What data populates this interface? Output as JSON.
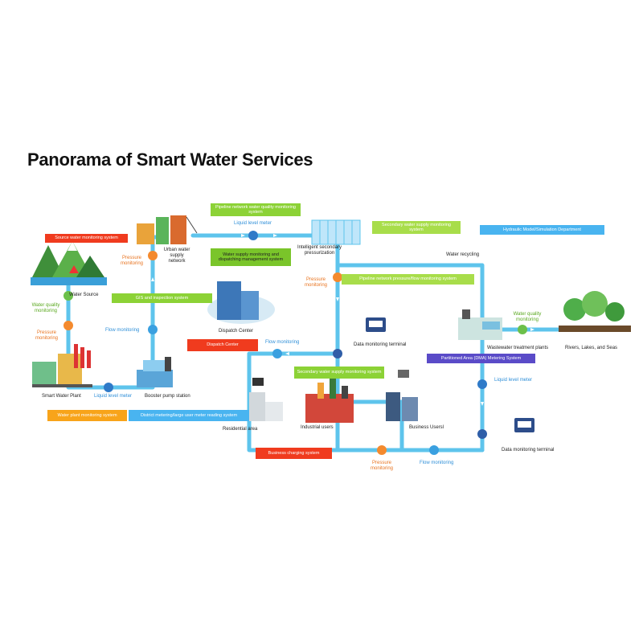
{
  "title": "Panorama of Smart Water Services",
  "colors": {
    "pipe": "#5ec4ec",
    "red_box": "#f03b1e",
    "green_box": "#8cd236",
    "blue_box": "#49b4f0",
    "orange_box": "#f8a41a",
    "purple_box": "#5a4bc8",
    "orange_text": "#e8731f",
    "blue_text": "#2f8fd8"
  },
  "boxes": {
    "source_monitoring": "Source water monitoring system",
    "pipeline_quality": "Pipeline network water quality monitoring system",
    "secondary_supply_top": "Secondary water supply monitoring system",
    "hydraulic_model": "Hydraulic Model/Simulation Department",
    "dispatching": "Water supply monitoring and dispatching management system",
    "gis": "GIS and inspection system",
    "pressure_flow": "Pipeline network pressure/flow monitoring system",
    "dispatch_center_box": "Dispatch Center",
    "secondary_supply_mid": "Secondary water supply monitoring system",
    "dma": "Partitioned Area (DMA) Metering System",
    "plant_monitoring": "Water plant monitoring system",
    "district_metering": "District metering/large user meter reading system",
    "business_charging": "Business charging system"
  },
  "labels": {
    "water_source": "Water Source",
    "water_quality_left": "Water quality monitoring",
    "pressure_left": "Pressure monitoring",
    "smart_plant": "Smart Water Plant",
    "liquid_level_left": "Liquid level meter",
    "booster": "Booster pump station",
    "flow_left": "Flow monitoring",
    "urban_network": "Urban water supply network",
    "pressure_urban": "Pressure monitoring",
    "liquid_level_top": "Liquid level meter",
    "intelligent_secondary": "Intelligent secondary pressurization",
    "pressure_center": "Pressure monitoring",
    "dispatch_center": "Dispatch Center",
    "flow_center": "Flow monitoring",
    "data_terminal_top": "Data monitoring terminal",
    "water_recycling": "Water recycling",
    "wastewater": "Wastewater treatment plants",
    "water_quality_right": "Water quality monitoring",
    "rivers": "Rivers, Lakes, and Seas",
    "liquid_level_right": "Liquid level meter",
    "data_terminal_bottom": "Data monitoring terminal",
    "residential": "Residential area",
    "industrial": "Industrial users",
    "business_users": "Business Usersl",
    "pressure_bottom": "Pressure monitoring",
    "flow_bottom": "Flow monitoring"
  }
}
